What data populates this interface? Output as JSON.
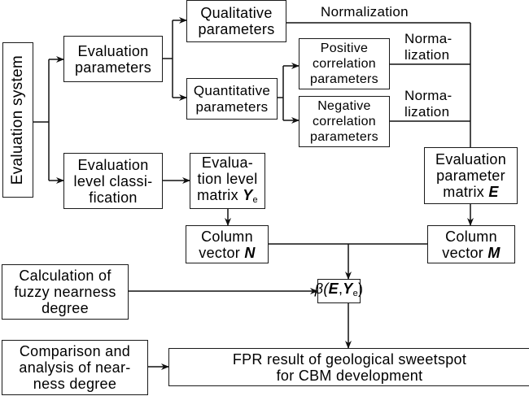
{
  "nodes": {
    "evaluation_system": "Evaluation system",
    "evaluation_parameters": [
      "Evaluation",
      "parameters"
    ],
    "qualitative": [
      "Qualitative",
      "parameters"
    ],
    "quantitative": [
      "Quantitative",
      "parameters"
    ],
    "positive": [
      "Positive",
      "correlation",
      "parameters"
    ],
    "negative": [
      "Negative",
      "correlation",
      "parameters"
    ],
    "level_classification": [
      "Evaluation",
      "level classi-",
      "fication"
    ],
    "level_matrix": [
      "Evalua-",
      "tion level",
      "matrix "
    ],
    "level_matrix_symbol": "Y",
    "level_matrix_sub": "e",
    "parameter_matrix": [
      "Evaluation",
      "parameter",
      "matrix "
    ],
    "parameter_matrix_symbol": "E",
    "column_n": [
      "Column",
      "vector "
    ],
    "column_n_symbol": "N",
    "column_m": [
      "Column",
      "vector "
    ],
    "column_m_symbol": "M",
    "beta": {
      "prefix": "β(",
      "e": "E",
      "comma": ",",
      "y": "Y",
      "sub": "e",
      "suffix": ")"
    },
    "fuzzy": [
      "Calculation of",
      "fuzzy nearness",
      "degree"
    ],
    "comparison": [
      "Comparison and",
      "analysis of near-",
      "ness degree"
    ],
    "result": [
      "FPR result of geological sweetspot",
      "for CBM development"
    ]
  },
  "edge_labels": {
    "qualitative_norm": "Normalization",
    "positive_norm": [
      "Norma-",
      "lization"
    ],
    "negative_norm": [
      "Norma-",
      "lization"
    ]
  }
}
